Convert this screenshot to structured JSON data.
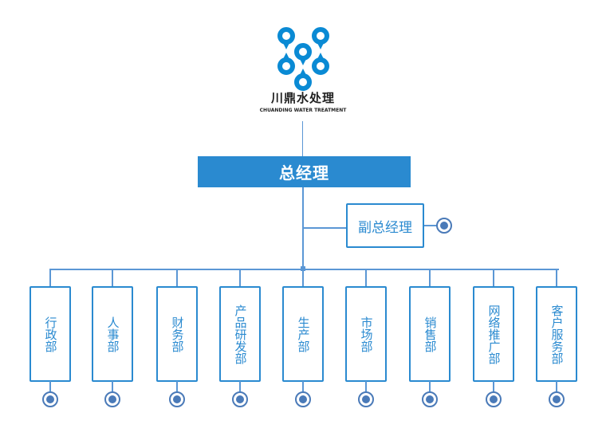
{
  "logo": {
    "name_cn": "川鼎水处理",
    "name_en": "CHUANDING WATER TREATMENT",
    "color": "#0a8ad4"
  },
  "general_manager": "总经理",
  "deputy_manager": "副总经理",
  "departments": [
    {
      "label": "行政部"
    },
    {
      "label": "人事部"
    },
    {
      "label": "财务部"
    },
    {
      "label": "产品研发部"
    },
    {
      "label": "生产部"
    },
    {
      "label": "市场部"
    },
    {
      "label": "销售部"
    },
    {
      "label": "网络推广部"
    },
    {
      "label": "客户服务部"
    }
  ]
}
